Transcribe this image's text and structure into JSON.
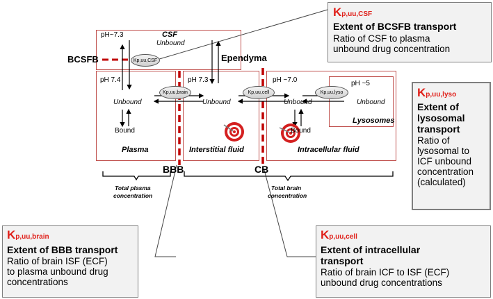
{
  "diagram": {
    "csf": {
      "ph": "pH~7.3",
      "title": "CSF",
      "unbound": "Unbound",
      "transporter": "Kp,uu,CSF"
    },
    "bcsfb_label": "BCSFB",
    "ependyma_label": "Ependyma",
    "plasma": {
      "ph": "pH 7.4",
      "unbound": "Unbound",
      "bound": "Bound",
      "name": "Plasma"
    },
    "interstitial": {
      "ph": "pH 7.3",
      "unbound": "Unbound",
      "name": "Interstitial fluid"
    },
    "intracellular": {
      "ph": "pH ~7.0",
      "unbound": "Unbound",
      "bound": "Bound",
      "name": "Intracellular fluid"
    },
    "lysosome": {
      "ph": "pH ~5",
      "unbound": "Unbound",
      "name": "Lysosomes"
    },
    "transporters": {
      "brain": "Kp,uu,brain",
      "cell": "Kp,uu,cell",
      "lyso": "Kp,uu,lyso"
    },
    "bbb_label": "BBB",
    "cb_label": "CB",
    "total_plasma": {
      "line1": "Total plasma",
      "line2": "concentration"
    },
    "total_brain": {
      "line1": "Total brain",
      "line2": "concentration"
    }
  },
  "callouts": {
    "csf": {
      "k_main": "K",
      "k_sub": "p,uu,CSF",
      "heading": "Extent of BCSFB transport",
      "desc1": "Ratio of CSF to plasma",
      "desc2": "unbound drug concentration"
    },
    "lyso": {
      "k_main": "K",
      "k_sub": "p,uu,lyso",
      "l1": "Extent of",
      "l2": "lysosomal",
      "l3": "transport",
      "d1": "Ratio of",
      "d2": "lysosomal to",
      "d3": "ICF unbound",
      "d4": "concentration",
      "d5": "(calculated)"
    },
    "brain": {
      "k_main": "K",
      "k_sub": "p,uu,brain",
      "heading": "Extent of BBB transport",
      "d1": "Ratio of brain ISF (ECF)",
      "d2": "to plasma unbound drug",
      "d3": "concentrations"
    },
    "cell": {
      "k_main": "K",
      "k_sub": "p,uu,cell",
      "h1": "Extent of intracellular",
      "h2": "transport",
      "d1": "Ratio of brain ICF to ISF (ECF)",
      "d2": "unbound drug concentrations"
    }
  }
}
